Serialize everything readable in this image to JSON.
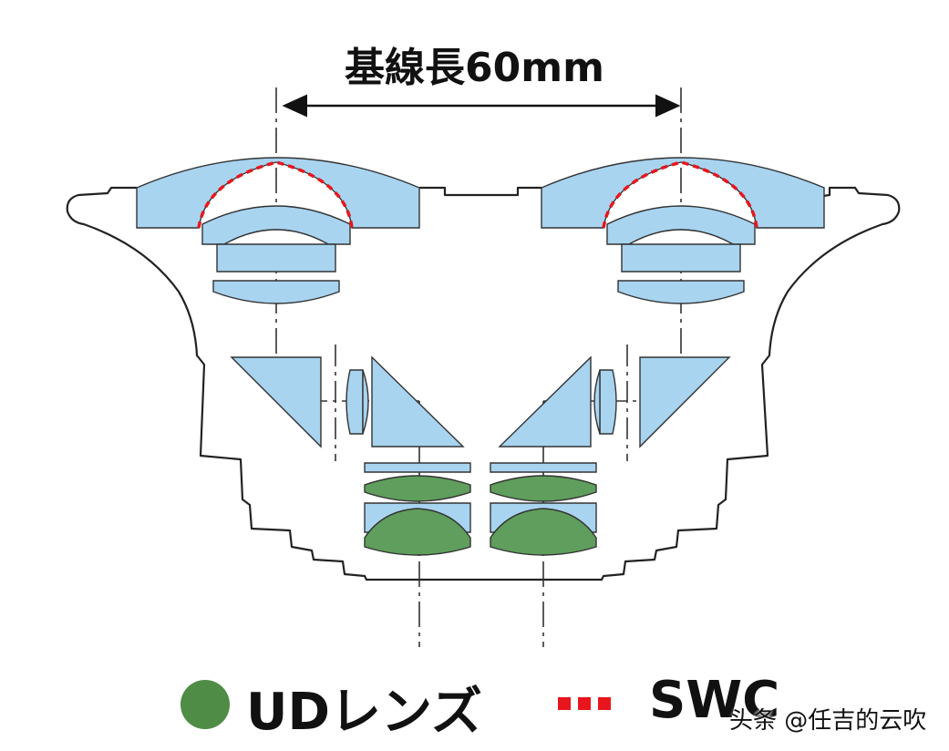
{
  "title": "基線長60mm",
  "legend": {
    "ud_label": "UDレンズ",
    "swc_label": "SWC"
  },
  "watermark": "头条 @任吉的云吹",
  "colors": {
    "lens_blue": "#a8d4f0",
    "ud_green": "#5f9e5c",
    "swc_red": "#e8161c",
    "outline": "#222222"
  }
}
